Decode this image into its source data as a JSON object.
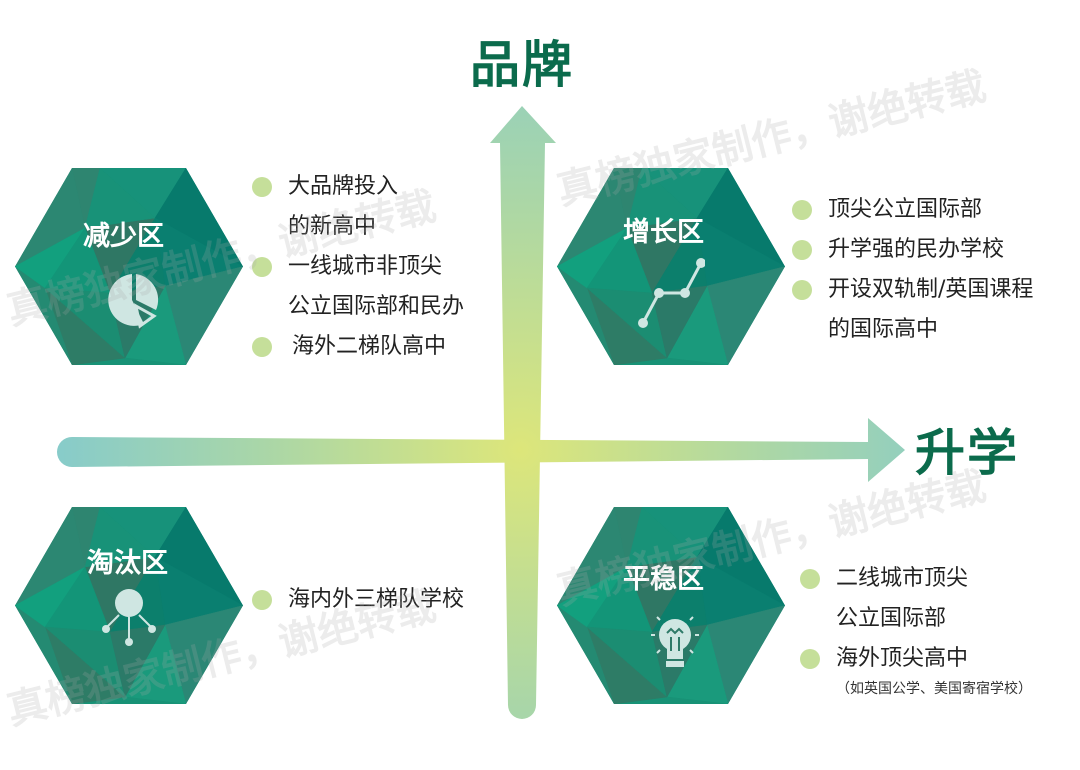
{
  "axes": {
    "vertical_label": "品牌",
    "horizontal_label": "升学"
  },
  "colors": {
    "label": "#0b6b4c",
    "arrow_end": "#88cccc",
    "arrow_center": "#dde67a",
    "bullet": "#c5df9a",
    "hex_base": "#128c72"
  },
  "watermark": "真榜独家制作，谢绝转载",
  "quadrants": [
    {
      "title": "减少区",
      "icon": "pie-chart-icon",
      "items": [
        {
          "lines": [
            "大品牌投入",
            "的新高中"
          ]
        },
        {
          "lines": [
            "一线城市非顶尖",
            "公立国际部和民办"
          ]
        },
        {
          "lines": [
            "海外二梯队高中"
          ]
        }
      ]
    },
    {
      "title": "增长区",
      "icon": "line-chart-icon",
      "items": [
        {
          "lines": [
            "顶尖公立国际部"
          ]
        },
        {
          "lines": [
            "升学强的民办学校"
          ]
        },
        {
          "lines": [
            "开设双轨制/英国课程",
            "的国际高中"
          ]
        }
      ]
    },
    {
      "title": "淘汰区",
      "icon": "network-icon",
      "items": [
        {
          "lines": [
            "海内外三梯队学校"
          ]
        }
      ]
    },
    {
      "title": "平稳区",
      "icon": "lightbulb-icon",
      "items": [
        {
          "lines": [
            "二线城市顶尖",
            "公立国际部"
          ]
        },
        {
          "lines": [
            "海外顶尖高中"
          ],
          "note": "（如英国公学、美国寄宿学校）"
        }
      ]
    }
  ]
}
